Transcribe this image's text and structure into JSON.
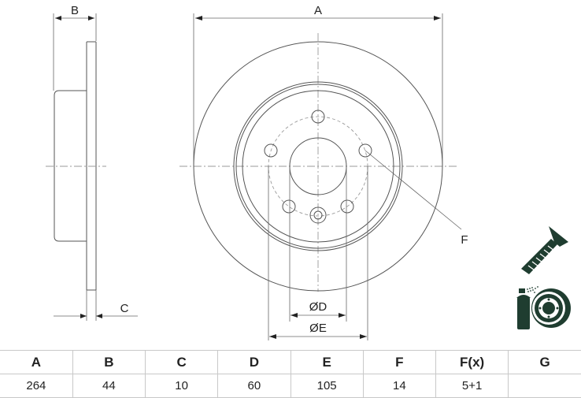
{
  "drawing": {
    "side_view": {
      "dimension_B_label": "B",
      "dimension_C_label": "C"
    },
    "front_view": {
      "dimension_A_label": "A",
      "dimension_D_label": "ØD",
      "dimension_E_label": "ØE",
      "callout_F_label": "F"
    },
    "icons": [
      "screw-icon",
      "brake-cleaner-spray-disc-icon"
    ],
    "icon_color": "#1f3d30"
  },
  "spec_table": {
    "headers": [
      "A",
      "B",
      "C",
      "D",
      "E",
      "F",
      "F(x)",
      "G"
    ],
    "values": [
      "264",
      "44",
      "10",
      "60",
      "105",
      "14",
      "5+1",
      ""
    ]
  }
}
